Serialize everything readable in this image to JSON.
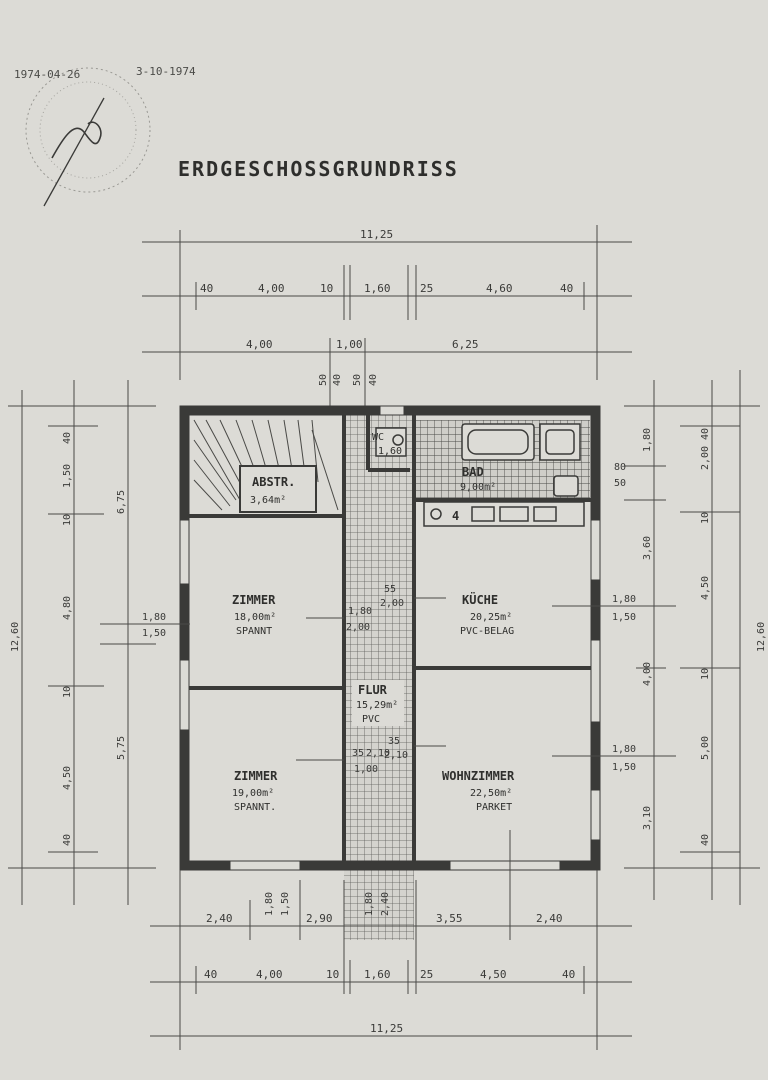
{
  "title": "ERDGESCHOSSGRUNDRISS",
  "stamp": {
    "date_left": "1974-04-26",
    "date_right": "3-10-1974"
  },
  "rooms": {
    "abstr": {
      "name": "ABSTR.",
      "area": "3,64m²"
    },
    "bad": {
      "name": "BAD",
      "area": "9,00m²"
    },
    "zimmer_top": {
      "name": "ZIMMER",
      "area": "18,00m²",
      "floor": "SPANNT"
    },
    "kueche": {
      "name": "KÜCHE",
      "area": "20,25m²",
      "floor": "PVC-BELAG"
    },
    "flur": {
      "name": "FLUR",
      "area": "15,29m²",
      "floor": "PVC"
    },
    "zimmer_bottom": {
      "name": "ZIMMER",
      "area": "19,00m²",
      "floor": "SPANNT."
    },
    "wohnzimmer": {
      "name": "WOHNZIMMER",
      "area": "22,50m²",
      "floor": "PARKET"
    },
    "wc": {
      "name": "WC",
      "area": "1,60"
    }
  },
  "dims_top": {
    "overall": "11,25",
    "row2": [
      "40",
      "4,00",
      "10",
      "1,60",
      "25",
      "4,60",
      "40"
    ],
    "row3": [
      "4,00",
      "1,00",
      "6,25"
    ],
    "small": [
      "50",
      "40",
      "50",
      "40"
    ]
  },
  "dims_bottom": {
    "row1": [
      "2,40",
      "1,80",
      "1,50",
      "2,90",
      "1,80",
      "2,40",
      "3,55",
      "2,40"
    ],
    "row2": [
      "40",
      "4,00",
      "10",
      "1,60",
      "25",
      "4,50",
      "40"
    ],
    "overall": "11,25"
  },
  "dims_left": {
    "overall": "12,60",
    "outer": [
      "6,75",
      "5,75"
    ],
    "inner": [
      "40",
      "1,50",
      "10",
      "4,80",
      "10",
      "4,50",
      "40"
    ],
    "window": [
      "1,80",
      "1,50"
    ]
  },
  "dims_right": {
    "overall": "12,60",
    "outer": [
      "1,80",
      "3,60",
      "4,00",
      "3,10"
    ],
    "inner": [
      "2,00",
      "40",
      "10",
      "4,50",
      "10",
      "5,00",
      "40"
    ],
    "small": [
      "80",
      "50"
    ],
    "window1": [
      "1,80",
      "1,50"
    ],
    "window2": [
      "1,80",
      "1,50"
    ]
  },
  "inner_dims": {
    "stair": [
      "55",
      "2,00"
    ],
    "flur_window": [
      "1,80",
      "2,00"
    ],
    "flur_low": [
      "35",
      "2,10"
    ],
    "flur_low2": [
      "35",
      "2,10"
    ],
    "flur_low3": [
      "1,00"
    ]
  }
}
